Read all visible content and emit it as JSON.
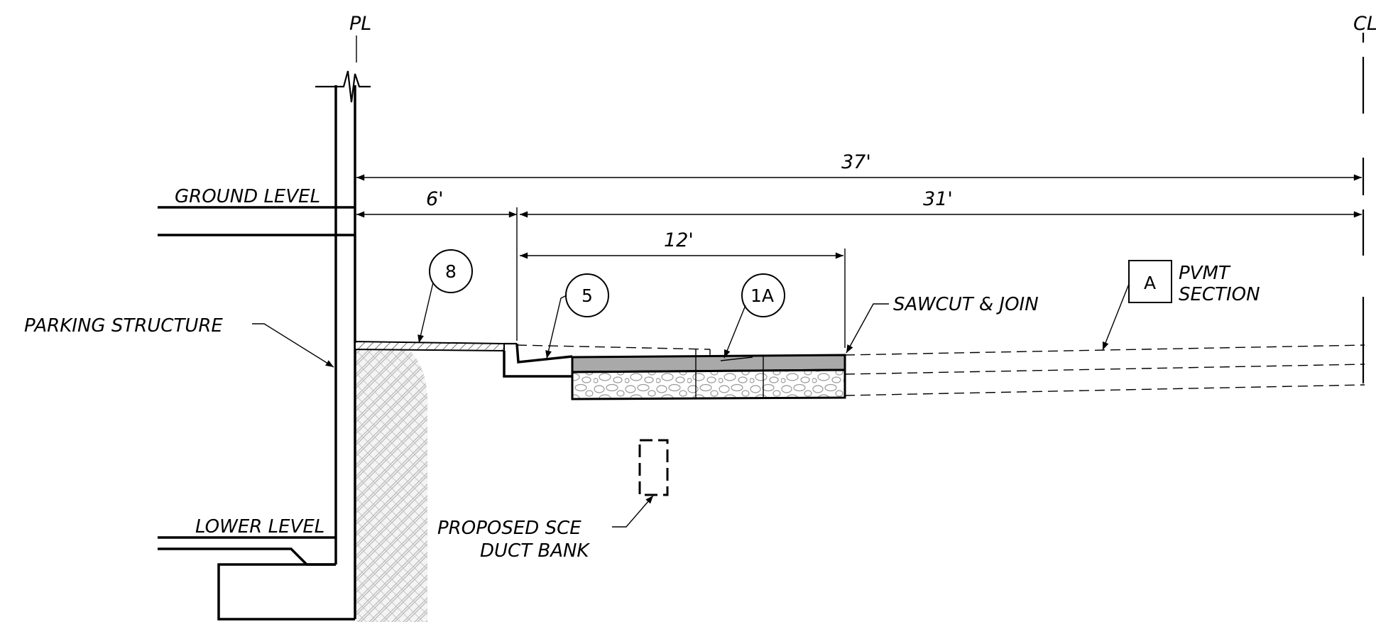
{
  "markers": {
    "property_line": "PL",
    "centerline": "CL"
  },
  "labels": {
    "ground_level": "GROUND LEVEL",
    "parking_structure": "PARKING STRUCTURE",
    "lower_level": "LOWER LEVEL",
    "sawcut": "SAWCUT & JOIN",
    "pvmt_line1": "PVMT",
    "pvmt_line2": "SECTION",
    "duct_line1": "PROPOSED SCE",
    "duct_line2": "DUCT BANK"
  },
  "dimensions": {
    "overall": "37'",
    "sidewalk": "6'",
    "street": "31'",
    "paving": "12'"
  },
  "callouts": {
    "c8": "8",
    "c5": "5",
    "c1a": "1A",
    "section_a": "A"
  }
}
